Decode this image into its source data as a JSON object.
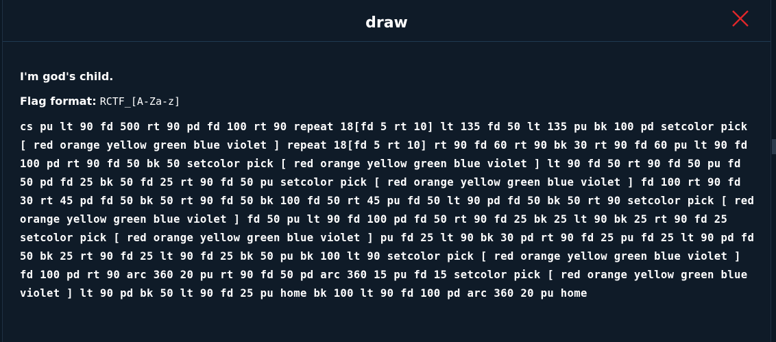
{
  "modal": {
    "title": "draw",
    "description": "I'm god's child.",
    "flag_format_label": "Flag format:",
    "flag_format_value": "RCTF_[A-Za-z]",
    "code": "cs pu lt 90 fd 500 rt 90 pd fd 100 rt 90 repeat 18[fd 5 rt 10] lt 135 fd 50 lt 135 pu bk 100 pd setcolor pick [ red orange yellow green blue violet ] repeat 18[fd 5 rt 10] rt 90 fd 60 rt 90 bk 30 rt 90 fd 60 pu lt 90 fd 100 pd rt 90 fd 50 bk 50 setcolor pick [ red orange yellow green blue violet ] lt 90 fd 50 rt 90 fd 50 pu fd 50 pd fd 25 bk 50 fd 25 rt 90 fd 50 pu setcolor pick [ red orange yellow green blue violet ] fd 100 rt 90 fd 30 rt 45 pd fd 50 bk 50 rt 90 fd 50 bk 100 fd 50 rt 45 pu fd 50 lt 90 pd fd 50 bk 50 rt 90 setcolor pick [ red orange yellow green blue violet ] fd 50 pu lt 90 fd 100 pd fd 50 rt 90 fd 25 bk 25 lt 90 bk 25 rt 90 fd 25 setcolor pick [ red orange yellow green blue violet ] pu fd 25 lt 90 bk 30 pd rt 90 fd 25 pu fd 25 lt 90 pd fd 50 bk 25 rt 90 fd 25 lt 90 fd 25 bk 50 pu bk 100 lt 90 setcolor pick [ red orange yellow green blue violet ] fd 100 pd rt 90 arc 360 20 pu rt 90 fd 50 pd arc 360 15 pu fd 15 setcolor pick [ red orange yellow green blue violet ] lt 90 pd bk 50 lt 90 fd 25 pu home bk 100 lt 90 fd 100 pd arc 360 20 pu home"
  },
  "close_icon": "close-x-icon",
  "colors": {
    "background": "#0f1b28",
    "close_icon": "#e0262a",
    "text": "#ffffff"
  }
}
